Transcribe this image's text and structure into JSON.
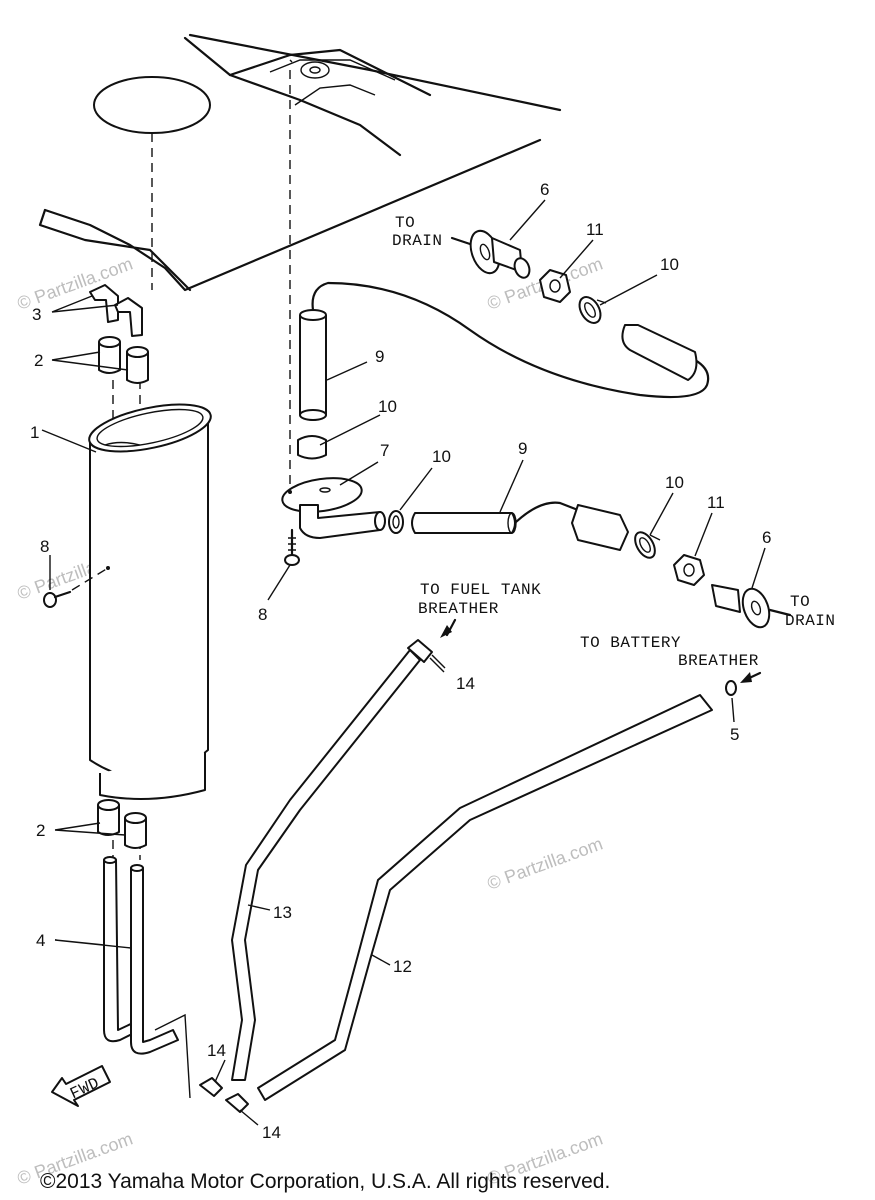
{
  "callouts": {
    "c1": "1",
    "c2a": "2",
    "c2b": "2",
    "c3": "3",
    "c4": "4",
    "c5": "5",
    "c6a": "6",
    "c6b": "6",
    "c7": "7",
    "c8a": "8",
    "c8b": "8",
    "c9a": "9",
    "c9b": "9",
    "c10a": "10",
    "c10b": "10",
    "c10c": "10",
    "c10d": "10",
    "c11a": "11",
    "c11b": "11",
    "c12": "12",
    "c13": "13",
    "c14a": "14",
    "c14b": "14",
    "c14c": "14"
  },
  "notes": {
    "to_drain_top_1": "TO",
    "to_drain_top_2": "DRAIN",
    "to_drain_right_1": "TO",
    "to_drain_right_2": "DRAIN",
    "fuel_tank_1": "TO FUEL TANK",
    "fuel_tank_2": "BREATHER",
    "battery_1": "TO BATTERY",
    "battery_2": "BREATHER",
    "fwd": "FWD"
  },
  "watermark": "© Partzilla.com",
  "copyright": "©2013  Yamaha Motor Corporation, U.S.A. All rights reserved."
}
